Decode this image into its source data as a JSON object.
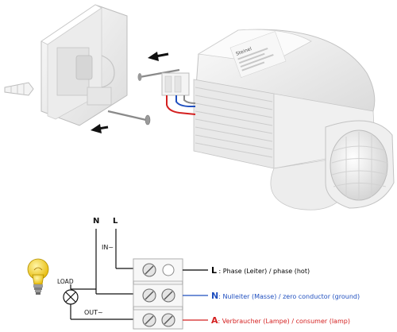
{
  "product": {
    "label_text": "Steinel"
  },
  "diagram": {
    "n_label": "N",
    "l_label": "L",
    "in_label": "IN~",
    "out_label": "OUT~",
    "load_label": "LOAD"
  },
  "terminals": [
    {
      "letter": "L",
      "sep": " : ",
      "desc": "Phase (Leiter) / phase (hot)",
      "color": "#000000",
      "desc_color": "#000000"
    },
    {
      "letter": "N",
      "sep": ": ",
      "desc": "Nulleiter (Masse) / zero  conductor (ground)",
      "color": "#1f4fbf",
      "desc_color": "#1f4fbf"
    },
    {
      "letter": "A",
      "sep": ": ",
      "desc": "Verbraucher (Lampe) / consumer (lamp)",
      "color": "#d42020",
      "desc_color": "#d42020"
    }
  ],
  "colors": {
    "housing": "#f1f1f1",
    "housing_edge": "#c8c8c8",
    "arrow": "#111111",
    "wire_blue": "#1f4fbf",
    "wire_red": "#d42020",
    "bulb": "#f5d230"
  }
}
